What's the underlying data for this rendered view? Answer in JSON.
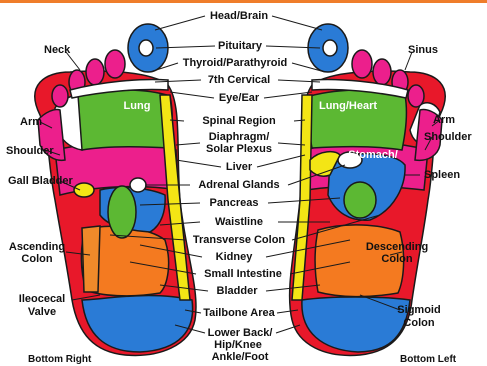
{
  "colors": {
    "top_border": "#ef7d2a",
    "red": "#e8182a",
    "magenta": "#ec1f8c",
    "blue": "#2a7bd6",
    "green": "#5cb833",
    "yellow": "#f3e515",
    "orange": "#f47a20",
    "light_orange": "#ef8a2a",
    "outline": "#1a1a1a",
    "white": "#ffffff"
  },
  "center_labels": [
    "Head/Brain",
    "Pituitary",
    "Thyroid/Parathyroid",
    "7th Cervical",
    "Eye/Ear",
    "Spinal Region",
    "Diaphragm/",
    "Solar Plexus",
    "Liver",
    "Adrenal Glands",
    "Pancreas",
    "Waistline",
    "Transverse Colon",
    "Kidney",
    "Small Intestine",
    "Bladder",
    "Tailbone Area",
    "Lower Back/",
    "Hip/Knee",
    "Ankle/Foot"
  ],
  "left_labels": {
    "neck": "Neck",
    "arm": "Arm",
    "shoulder": "Shoulder",
    "gall_bladder": "Gall Bladder",
    "ascending": "Ascending",
    "ascending_colon": "Colon",
    "ileocecal": "Ileocecal",
    "ileocecal_valve": "Valve",
    "bottom_right": "Bottom Right"
  },
  "right_labels": {
    "sinus": "Sinus",
    "arm": "Arm",
    "shoulder": "Shoulder",
    "spleen": "Spleen",
    "descending": "Descending",
    "descending_colon": "Colon",
    "sigmoid": "Sigmoid",
    "sigmoid_colon": "Colon",
    "bottom_left": "Bottom Left"
  },
  "foot_labels": {
    "lung": "Lung",
    "lung_heart": "Lung/Heart",
    "stomach": "Stomach/"
  }
}
